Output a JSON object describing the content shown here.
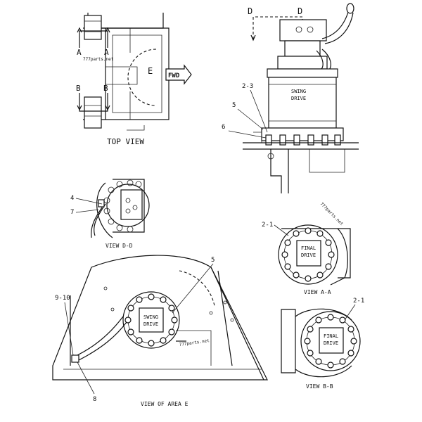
{
  "top_view": {
    "title": "TOP VIEW",
    "section_a_left": "A",
    "section_a_right": "A",
    "section_b_left": "B",
    "section_b_right": "B",
    "area_label": "E",
    "fwd_label": "FWD",
    "watermark": "777parts.net"
  },
  "side_view": {
    "section_d_left": "D",
    "section_d_right": "D",
    "swing_drive_line1": "SWING",
    "swing_drive_line2": "DRIVE",
    "callouts": [
      "2-3",
      "5",
      "6"
    ]
  },
  "view_d_d": {
    "title": "VIEW D-D",
    "callouts": [
      "4",
      "7"
    ]
  },
  "view_a_a": {
    "title": "VIEW A-A",
    "callout": "2-1",
    "final_drive_line1": "FINAL",
    "final_drive_line2": "DRIVE",
    "watermark": "777parts.net"
  },
  "view_b_b": {
    "title": "VIEW B-B",
    "callout": "2-1",
    "final_drive_line1": "FINAL",
    "final_drive_line2": "DRIVE"
  },
  "view_area_e": {
    "title": "VIEW OF AREA E",
    "swing_drive_line1": "SWING",
    "swing_drive_line2": "DRIVE",
    "callouts": [
      "5",
      "9-10",
      "8"
    ],
    "watermark": "777parts.net"
  }
}
